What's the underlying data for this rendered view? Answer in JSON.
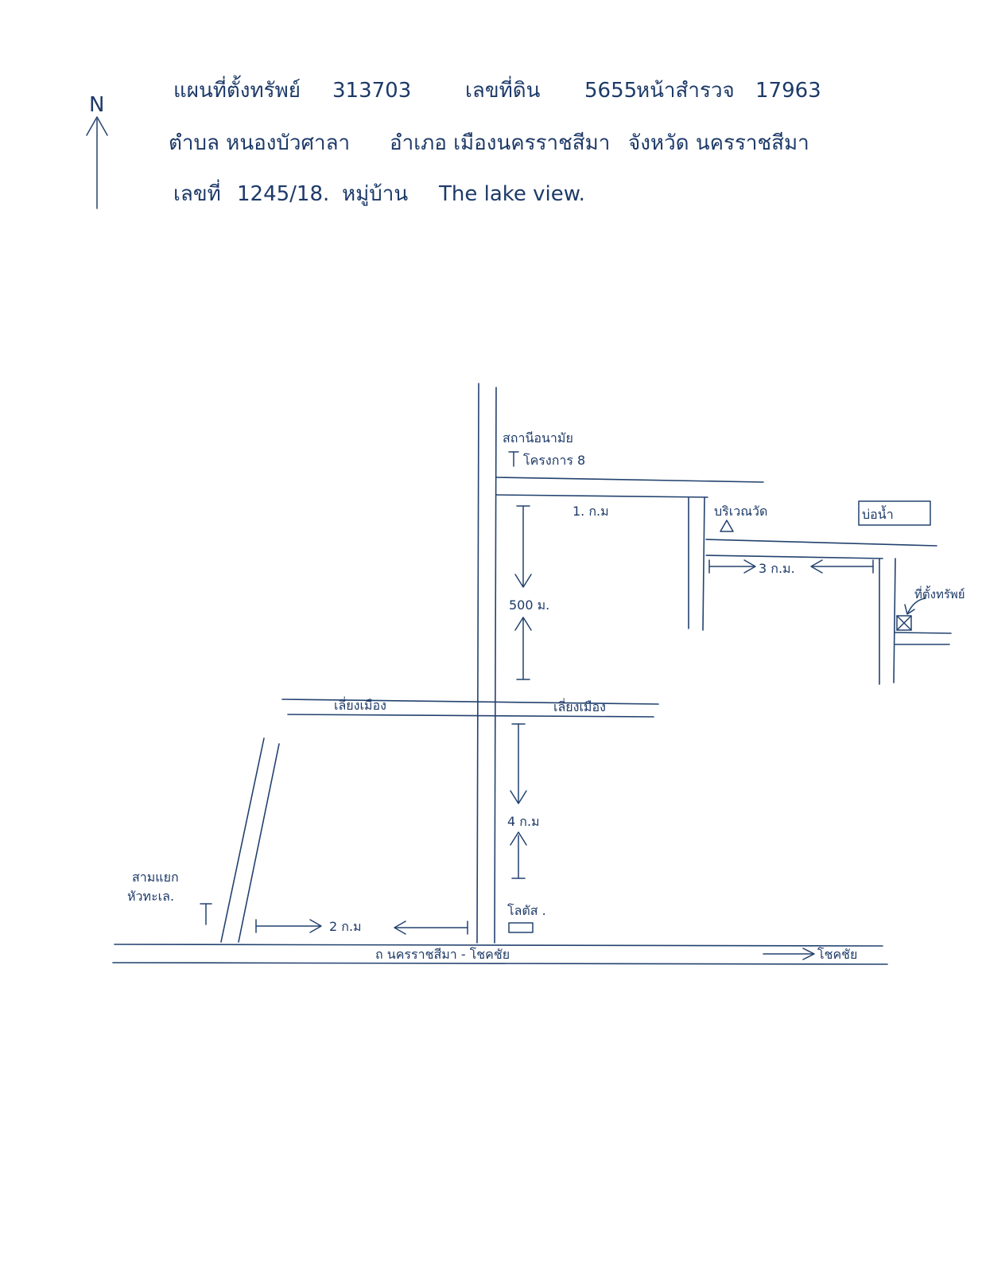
{
  "north": {
    "symbol": "N"
  },
  "header": {
    "line1": {
      "deed_label": "แผนที่ตั้งทรัพย์",
      "deed_no": "313703",
      "land_label": "เลขที่ดิน",
      "land_no": "5655",
      "survey_label": "หน้าสำรวจ",
      "survey_no": "17963"
    },
    "line2": {
      "tambon": "ตำบล หนองบัวศาลา",
      "amphoe": "อำเภอ เมืองนครราชสีมา",
      "province": "จังหวัด นครราชสีมา"
    },
    "line3": {
      "house_label": "เลขที่",
      "house_no": "1245/18.",
      "village_label": "หมู่บ้าน",
      "village_name": "The lake view."
    }
  },
  "labels": {
    "station": "สถานีอนามัย",
    "project": "โครงการ 8",
    "dist_1km": "1. ก.ม",
    "temple_area": "บริเวณวัด",
    "pond": "บ่อน้ำ",
    "dist_3km": "3 ก.ม.",
    "property": "ที่ตั้งทรัพย์",
    "dist_500m": "500 ม.",
    "bypass_left": "เลี่ยงเมือง",
    "bypass_right": "เลี่ยงเมือง",
    "dist_4km": "4 ก.ม",
    "junction_line1": "สามแยก",
    "junction_line2": "หัวทะเล.",
    "lotus": "โลตัส .",
    "dist_2km": "2 ก.ม",
    "main_road": "ถ นครราชสีมา - โชคชัย",
    "to_chokchai": "โชคชัย"
  }
}
